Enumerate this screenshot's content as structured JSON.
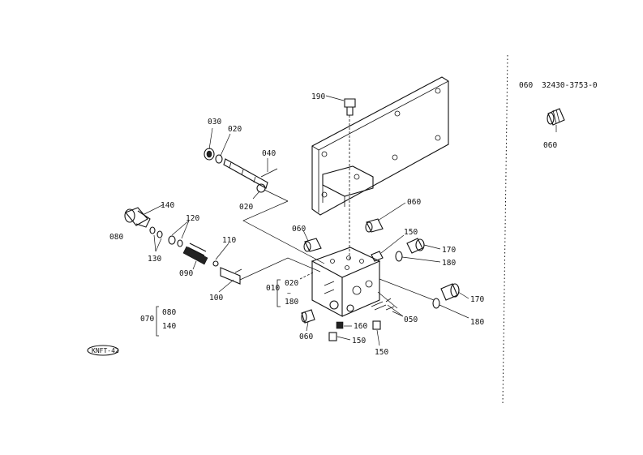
{
  "callouts": {
    "c190": "190",
    "c030": "030",
    "c020a": "020",
    "c040": "040",
    "c020b": "020",
    "c060a": "060",
    "c140": "140",
    "c120": "120",
    "c080": "080",
    "c130": "130",
    "c090": "090",
    "c110": "110",
    "c100": "100",
    "c060b": "060",
    "c150a": "150",
    "c170a": "170",
    "c180a": "180",
    "c010": "010",
    "c020c": "020",
    "c180c": "180",
    "c170b": "170",
    "c050": "050",
    "c180b": "180",
    "c060c": "060",
    "c160": "160",
    "c150b": "150",
    "c150c": "150"
  },
  "group_070": {
    "label": "070",
    "items": [
      "080",
      "140"
    ]
  },
  "group_010_tilde": "~",
  "sidebar": {
    "ref_code": "060",
    "part_number": "32430-3753-0",
    "item_label": "060"
  },
  "stamp": "KNFT-42"
}
